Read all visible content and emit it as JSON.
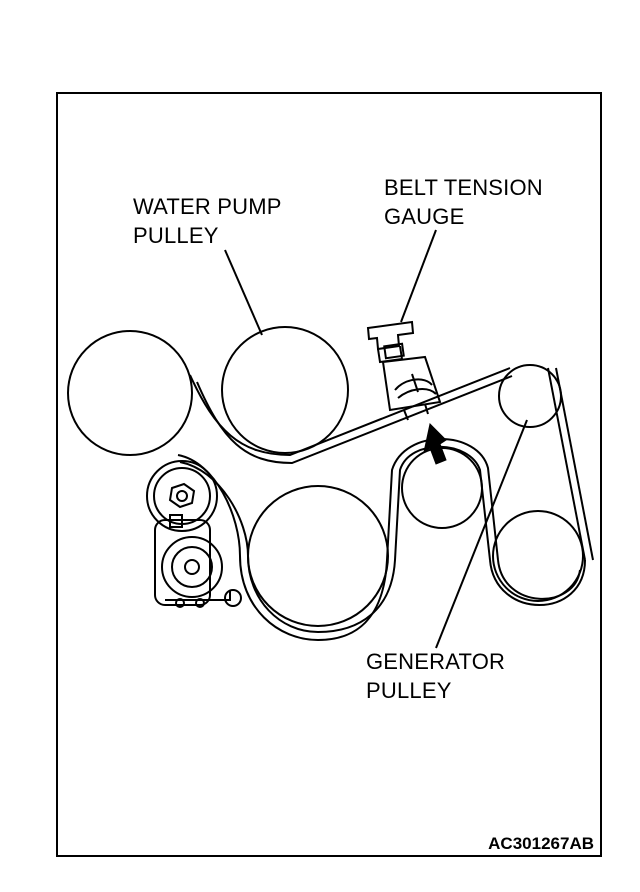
{
  "labels": {
    "water_pump": [
      "WATER PUMP",
      "PULLEY"
    ],
    "belt_tension_gauge": [
      "BELT TENSION",
      "GAUGE"
    ],
    "generator": [
      "GENERATOR",
      "PULLEY"
    ]
  },
  "figure_code": "AC301267AB"
}
